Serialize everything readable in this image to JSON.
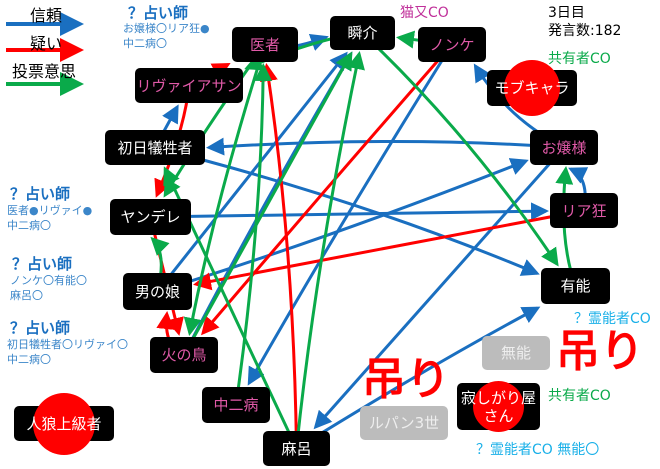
{
  "legend": [
    {
      "label": "信頼",
      "color": "#1a6fc0"
    },
    {
      "label": "疑い",
      "color": "#ff0000"
    },
    {
      "label": "投票意思",
      "color": "#0aaa4a"
    }
  ],
  "status": {
    "day": "3日目",
    "posts": "発言数:182"
  },
  "annotations": {
    "nekomata": "猫又CO",
    "kyoyu1": "共有者CO",
    "kyoyu2": "共有者CO",
    "reinou1": "？霊能者CO",
    "reinou2": "？霊能者CO 無能〇"
  },
  "seers": [
    {
      "title": "？占い師",
      "lines": [
        "お嬢様〇リア狂●",
        "中二病〇"
      ]
    },
    {
      "title": "？占い師",
      "lines": [
        "医者●リヴァイ●",
        "中二病〇"
      ]
    },
    {
      "title": "？占い師",
      "lines": [
        "ノンケ〇有能〇",
        "麻呂〇"
      ]
    },
    {
      "title": "？占い師",
      "lines": [
        "初日犠牲者〇リヴァイ〇",
        "中二病〇"
      ]
    }
  ],
  "hanged_label": "吊り",
  "nodes": {
    "shunsuke": "瞬介",
    "isha": "医者",
    "nonke": "ノンケ",
    "mob": "モブキャラ",
    "levia": "リヴァイアサン",
    "shonichi": "初日犠牲者",
    "ojou": "お嬢様",
    "yandere": "ヤンデレ",
    "riakyo": "リア狂",
    "otoko": "男の娘",
    "yuunou": "有能",
    "hinotori": "火の鳥",
    "chuuni": "中二病",
    "jinrou": "人狼上級者",
    "maro": "麻呂",
    "munou": "無能",
    "sabishi": "寂しがり屋さん",
    "lupin": "ルパン3世"
  },
  "edges": [
    {
      "from": "isha",
      "to": "shunsuke",
      "type": "trust"
    },
    {
      "from": "shonichi",
      "to": "levia",
      "type": "trust"
    },
    {
      "from": "ojou",
      "to": "shonichi",
      "type": "trust"
    },
    {
      "from": "ojou",
      "to": "nonke",
      "type": "trust"
    },
    {
      "from": "yandere",
      "to": "riakyo",
      "type": "trust"
    },
    {
      "from": "riakyo",
      "to": "ojou",
      "type": "trust"
    },
    {
      "from": "otoko",
      "to": "ojou",
      "type": "trust"
    },
    {
      "from": "otoko",
      "to": "shunsuke",
      "type": "trust"
    },
    {
      "from": "shonichi",
      "to": "yuunou",
      "type": "trust"
    },
    {
      "from": "nonke",
      "to": "chuuni",
      "type": "trust"
    },
    {
      "from": "ojou",
      "to": "maro",
      "type": "trust"
    },
    {
      "from": "maro",
      "to": "yuunou",
      "type": "trust"
    },
    {
      "from": "hinotori",
      "to": "shunsuke",
      "type": "trust"
    },
    {
      "from": "levia",
      "to": "isha",
      "type": "doubt"
    },
    {
      "from": "maro",
      "to": "isha",
      "type": "doubt"
    },
    {
      "from": "nonke",
      "to": "hinotori",
      "type": "doubt"
    },
    {
      "from": "riakyo",
      "to": "otoko",
      "type": "doubt"
    },
    {
      "from": "levia",
      "to": "yandere",
      "type": "doubt"
    },
    {
      "from": "hinotori",
      "to": "otoko",
      "type": "doubt"
    },
    {
      "from": "yandere",
      "to": "hinotori",
      "type": "doubt"
    },
    {
      "from": "shunsuke",
      "to": "levia",
      "type": "vote"
    },
    {
      "from": "isha",
      "to": "yandere",
      "type": "vote"
    },
    {
      "from": "nonke",
      "to": "shunsuke",
      "type": "vote"
    },
    {
      "from": "otoko",
      "to": "yandere",
      "type": "vote"
    },
    {
      "from": "maro",
      "to": "shunsuke",
      "type": "vote"
    },
    {
      "from": "maro",
      "to": "shonichi",
      "type": "vote"
    },
    {
      "from": "shunsuke",
      "to": "yuunou",
      "type": "vote"
    },
    {
      "from": "yuunou",
      "to": "ojou",
      "type": "vote"
    },
    {
      "from": "hinotori",
      "to": "shunsuke",
      "type": "vote"
    },
    {
      "from": "chuuni",
      "to": "isha",
      "type": "vote"
    },
    {
      "from": "isha",
      "to": "hinotori",
      "type": "vote"
    }
  ]
}
